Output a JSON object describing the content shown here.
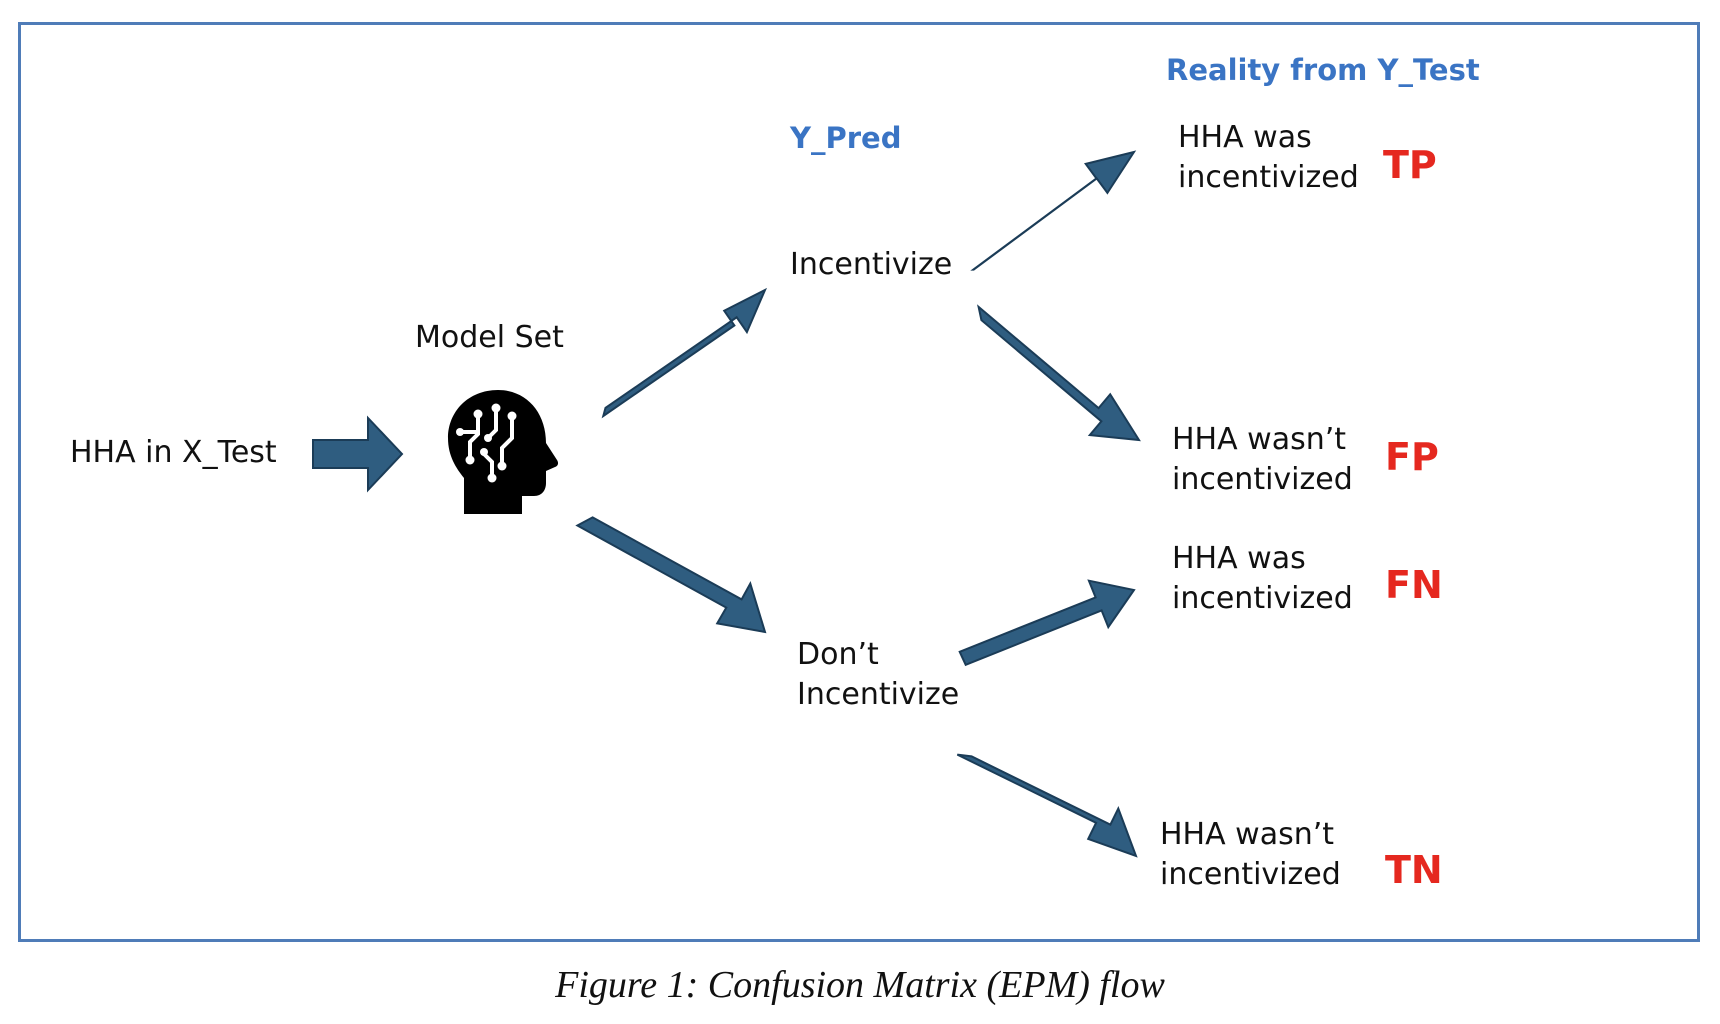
{
  "colors": {
    "frame": "#4f7cb8",
    "arrow_fill": "#2f5d80",
    "arrow_stroke": "#1b3c57",
    "heading": "#3a74c4",
    "outcome_code": "#e5281f",
    "text": "#111111"
  },
  "diagram": {
    "input_label": "HHA in X_Test",
    "model_label": "Model Set",
    "model_icon": "ai-brain-head-icon",
    "ypred_heading": "Y_Pred",
    "reality_heading": "Reality from Y_Test",
    "predictions": {
      "incentivize": [
        "Incentivize"
      ],
      "dont_incentivize": [
        "Don’t",
        "Incentivize"
      ]
    },
    "outcomes": [
      {
        "lines": [
          "HHA was",
          "incentivized"
        ],
        "code": "TP"
      },
      {
        "lines": [
          "HHA wasn’t",
          "incentivized"
        ],
        "code": "FP"
      },
      {
        "lines": [
          "HHA was",
          "incentivized"
        ],
        "code": "FN"
      },
      {
        "lines": [
          "HHA wasn’t",
          "incentivized"
        ],
        "code": "TN"
      }
    ]
  },
  "caption": "Figure 1: Confusion Matrix (EPM) flow"
}
